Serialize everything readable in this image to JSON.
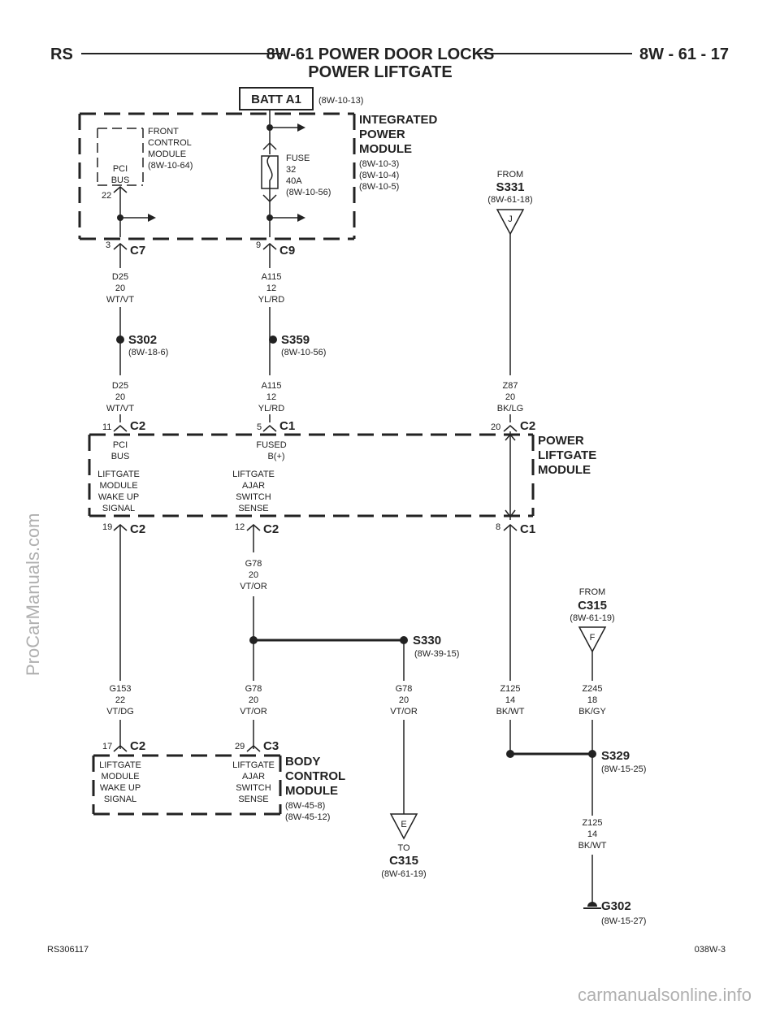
{
  "header": {
    "left": "RS",
    "title_line1": "8W-61 POWER DOOR LOCKS",
    "title_line2": "POWER LIFTGATE",
    "right": "8W - 61 - 17"
  },
  "footer": {
    "left": "RS306117",
    "right": "038W-3"
  },
  "watermark": {
    "side": "ProCarManuals.com",
    "bottom": "carmanualsonline.info"
  },
  "batt": {
    "label": "BATT A1",
    "ref": "(8W-10-13)"
  },
  "ipm": {
    "title": [
      "INTEGRATED",
      "POWER",
      "MODULE"
    ],
    "refs": [
      "(8W-10-3)",
      "(8W-10-4)",
      "(8W-10-5)"
    ],
    "fcm": [
      "FRONT",
      "CONTROL",
      "MODULE",
      "(8W-10-64)"
    ],
    "pci": [
      "PCI",
      "BUS"
    ],
    "pci_pin": "22",
    "fuse": [
      "FUSE",
      "32",
      "40A",
      "(8W-10-56)"
    ]
  },
  "connectors": {
    "c7": {
      "pin": "3",
      "name": "C7"
    },
    "c9": {
      "pin": "9",
      "name": "C9"
    },
    "plm_c2_top": {
      "pin": "11",
      "name": "C2"
    },
    "plm_c1_top": {
      "pin": "5",
      "name": "C1"
    },
    "plm_c2_right": {
      "pin": "20",
      "name": "C2"
    },
    "plm_c2_bl": {
      "pin": "19",
      "name": "C2"
    },
    "plm_c2_bm": {
      "pin": "12",
      "name": "C2"
    },
    "plm_c1_br": {
      "pin": "8",
      "name": "C1"
    },
    "bcm_c2": {
      "pin": "17",
      "name": "C2"
    },
    "bcm_c3": {
      "pin": "29",
      "name": "C3"
    }
  },
  "wires": {
    "d25_a": [
      "D25",
      "20",
      "WT/VT"
    ],
    "a115_a": [
      "A115",
      "12",
      "YL/RD"
    ],
    "d25_b": [
      "D25",
      "20",
      "WT/VT"
    ],
    "a115_b": [
      "A115",
      "12",
      "YL/RD"
    ],
    "z87": [
      "Z87",
      "20",
      "BK/LG"
    ],
    "g78_a": [
      "G78",
      "20",
      "VT/OR"
    ],
    "g153": [
      "G153",
      "22",
      "VT/DG"
    ],
    "g78_b": [
      "G78",
      "20",
      "VT/OR"
    ],
    "g78_c": [
      "G78",
      "20",
      "VT/OR"
    ],
    "z125_a": [
      "Z125",
      "14",
      "BK/WT"
    ],
    "z245": [
      "Z245",
      "18",
      "BK/GY"
    ],
    "z125_b": [
      "Z125",
      "14",
      "BK/WT"
    ]
  },
  "splices": {
    "s302": {
      "name": "S302",
      "ref": "(8W-18-6)"
    },
    "s359": {
      "name": "S359",
      "ref": "(8W-10-56)"
    },
    "s330": {
      "name": "S330",
      "ref": "(8W-39-15)"
    },
    "s329": {
      "name": "S329",
      "ref": "(8W-15-25)"
    }
  },
  "ground": {
    "name": "G302",
    "ref": "(8W-15-27)"
  },
  "offpage": {
    "from_s331": {
      "from": "FROM",
      "name": "S331",
      "ref": "(8W-61-18)",
      "letter": "J"
    },
    "from_c315": {
      "from": "FROM",
      "name": "C315",
      "ref": "(8W-61-19)",
      "letter": "F"
    },
    "to_c315": {
      "to": "TO",
      "name": "C315",
      "ref": "(8W-61-19)",
      "letter": "E"
    }
  },
  "plm": {
    "title": [
      "POWER",
      "LIFTGATE",
      "MODULE"
    ],
    "pci": [
      "PCI",
      "BUS"
    ],
    "fused": [
      "FUSED",
      "B(+)"
    ],
    "wake": [
      "LIFTGATE",
      "MODULE",
      "WAKE UP",
      "SIGNAL"
    ],
    "ajar": [
      "LIFTGATE",
      "AJAR",
      "SWITCH",
      "SENSE"
    ]
  },
  "bcm": {
    "title": [
      "BODY",
      "CONTROL",
      "MODULE"
    ],
    "refs": [
      "(8W-45-8)",
      "(8W-45-12)"
    ],
    "wake": [
      "LIFTGATE",
      "MODULE",
      "WAKE UP",
      "SIGNAL"
    ],
    "ajar": [
      "LIFTGATE",
      "AJAR",
      "SWITCH",
      "SENSE"
    ]
  }
}
